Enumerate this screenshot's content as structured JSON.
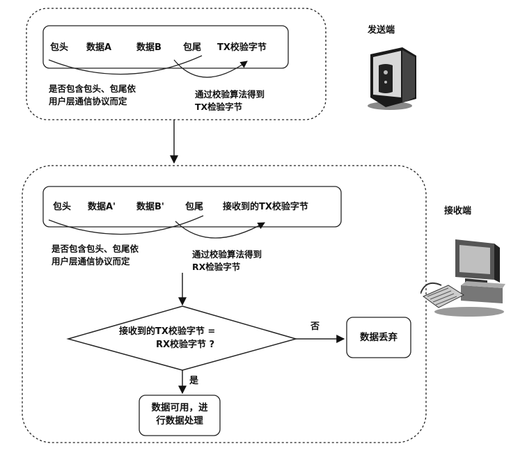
{
  "sender": {
    "title": "发送端",
    "fields": [
      "包头",
      "数据A",
      "数据B",
      "包尾",
      "TX校验字节"
    ],
    "note_left": [
      "是否包含包头、包尾依",
      "用户层通信协议而定"
    ],
    "note_right": [
      "通过校验算法得到",
      "TX检验字节"
    ]
  },
  "receiver": {
    "title": "接收端",
    "fields": [
      "包头",
      "数据A'",
      "数据B'",
      "包尾",
      "接收到的TX校验字节"
    ],
    "note_left": [
      "是否包含包头、包尾依",
      "用户层通信协议而定"
    ],
    "note_right": [
      "通过校验算法得到",
      "RX检验字节"
    ]
  },
  "decision": {
    "lines": [
      "接收到的TX校验字节 =",
      "RX校验字节 ?"
    ]
  },
  "no_branch": {
    "label": "否",
    "box": "数据丢弃"
  },
  "yes_branch": {
    "label": "是",
    "box": [
      "数据可用，进",
      "行数据处理"
    ]
  },
  "icons": {
    "sender_icon": "desktop-tower-icon",
    "receiver_icon": "computer-workstation-icon"
  }
}
